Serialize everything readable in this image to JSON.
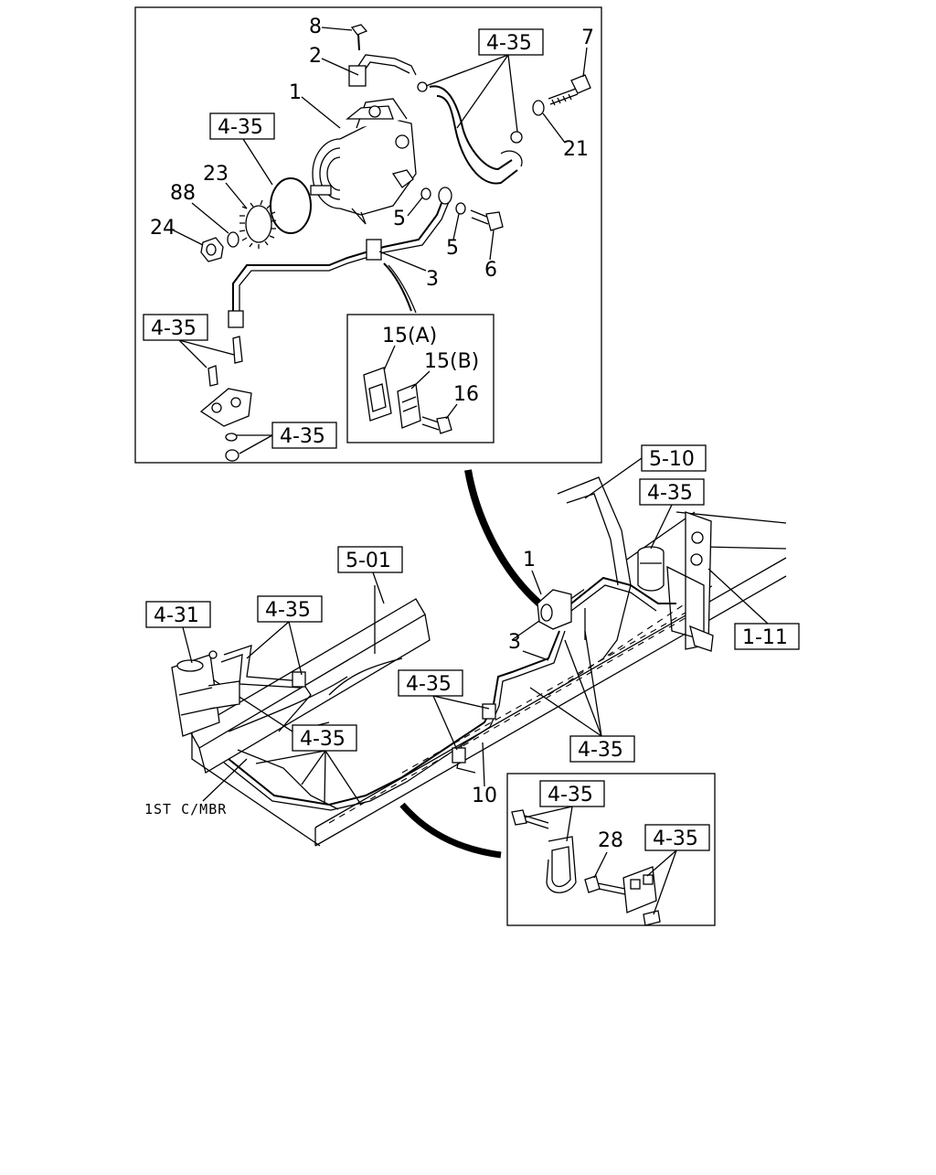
{
  "diagram": {
    "part_numbers": {
      "p1_top": "1",
      "p2": "2",
      "p3_top": "3",
      "p5a": "5",
      "p5b": "5",
      "p6": "6",
      "p7": "7",
      "p8": "8",
      "p15a": "15(A)",
      "p15b": "15(B)",
      "p16": "16",
      "p21": "21",
      "p23": "23",
      "p24": "24",
      "p88": "88",
      "p1_bottom": "1",
      "p3_bottom": "3",
      "p10": "10",
      "p28": "28"
    },
    "refs": {
      "r435_top_right": "4-35",
      "r435_pump": "4-35",
      "r435_left_mid": "4-35",
      "r435_left_bottom": "4-35",
      "r510": "5-10",
      "r435_reservoir": "4-35",
      "r111": "1-11",
      "r501": "5-01",
      "r431": "4-31",
      "r435_gearbox": "4-35",
      "r435_center": "4-35",
      "r435_lower_left": "4-35",
      "r435_right_lower": "4-35",
      "r435_detail_top": "4-35",
      "r435_detail_right": "4-35"
    },
    "notes": {
      "crossmember": "1ST C/MBR"
    }
  }
}
